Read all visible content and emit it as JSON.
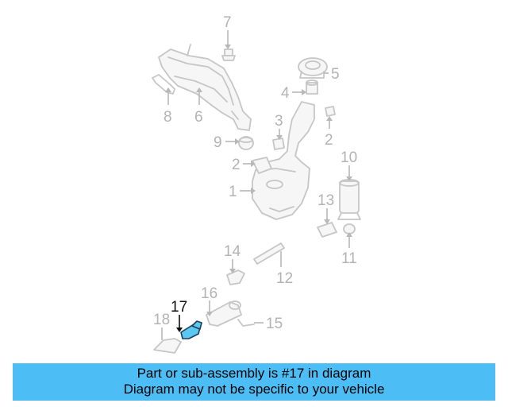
{
  "diagram": {
    "callouts": [
      "7",
      "5",
      "4",
      "6",
      "8",
      "3",
      "2",
      "9",
      "2",
      "10",
      "1",
      "13",
      "11",
      "14",
      "12",
      "16",
      "17",
      "18",
      "15"
    ],
    "highlighted_part": "17"
  },
  "banner": {
    "line1": "Part or sub-assembly is #17 in diagram",
    "line2": "Diagram may not be specific to your vehicle",
    "color": "#4dbdf5"
  }
}
